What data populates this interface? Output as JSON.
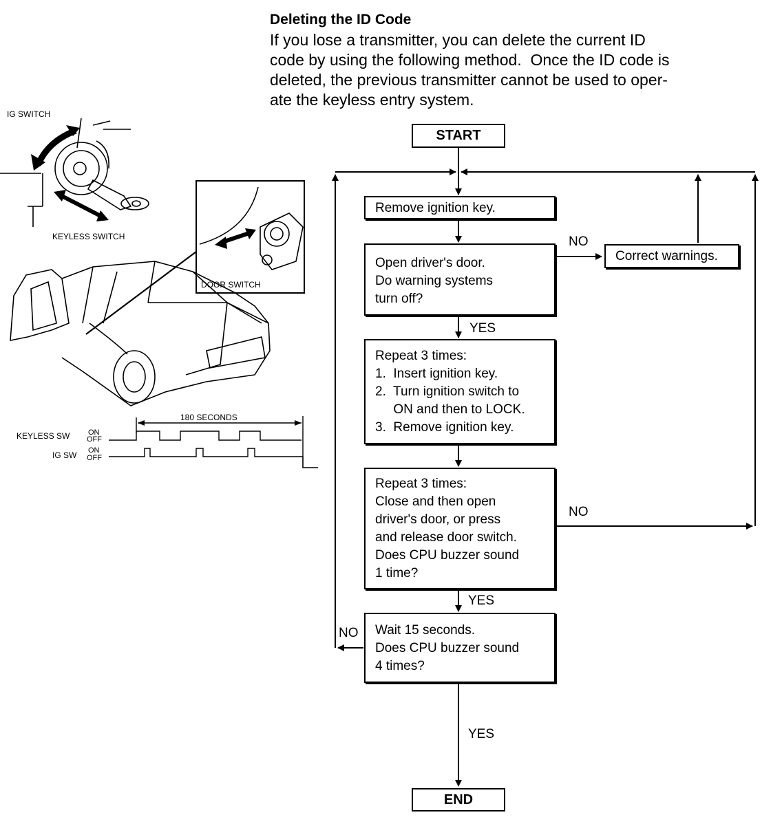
{
  "header": {
    "title": "Deleting the ID Code",
    "intro_lines": [
      "If you lose a transmitter, you can delete the current ID",
      "code by using the following method.  Once the ID code is",
      "deleted, the previous transmitter cannot be used to oper-",
      "ate the keyless entry system."
    ]
  },
  "illustration": {
    "ig_switch_label": "IG SWITCH",
    "keyless_switch_label": "KEYLESS SWITCH",
    "door_switch_label": "DOOR SWITCH"
  },
  "timing": {
    "duration_label": "180 SECONDS",
    "keyless_sw_label": "KEYLESS SW",
    "ig_sw_label": "IG SW",
    "on_label": "ON",
    "off_label": "OFF"
  },
  "flowchart": {
    "start": "START",
    "end": "END",
    "step_remove_key": "Remove ignition key.",
    "step_open_door": [
      "Open driver's door.",
      "Do warning systems",
      "turn off?"
    ],
    "step_correct": "Correct warnings.",
    "step_repeat_ignition": [
      "Repeat 3 times:",
      "1.  Insert ignition key.",
      "2.  Turn ignition switch to",
      "     ON and then to LOCK.",
      "3.  Remove ignition key."
    ],
    "step_repeat_door": [
      "Repeat 3 times:",
      "Close and then open",
      "driver's door, or press",
      "and release door switch.",
      "Does CPU buzzer sound",
      "1 time?"
    ],
    "step_wait": [
      "Wait 15 seconds.",
      "Does CPU buzzer sound",
      "4 times?"
    ],
    "labels": {
      "no_1": "NO",
      "yes_1": "YES",
      "no_2": "NO",
      "yes_2": "YES",
      "no_3": "NO",
      "yes_3": "YES"
    }
  }
}
